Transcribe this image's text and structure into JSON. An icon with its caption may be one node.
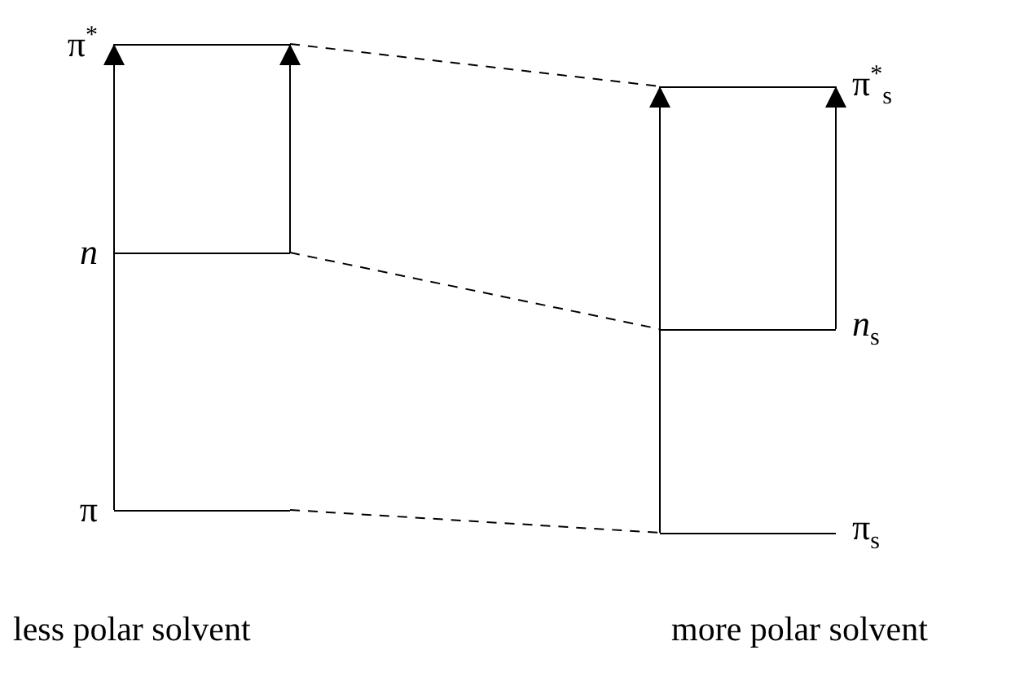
{
  "diagram": {
    "nodes": [
      {
        "text": [
          "π$^{*}$"
        ]
      },
      {
        "text": [
          "n"
        ]
      },
      {
        "text": [
          "π"
        ]
      },
      {
        "text": [
          "π$^{*}$$_{s}$"
        ]
      },
      {
        "text": [
          "*n*$_{s}$"
        ]
      },
      {
        "text": [
          "π$_{s}$"
        ]
      }
    ],
    "edges": [
      {
        "from": 2,
        "to": 0,
        "arrow": "to"
      },
      {
        "from": 1,
        "to": 0,
        "arrow": "to"
      },
      {
        "from": 5,
        "to": 3,
        "arrow": "to"
      },
      {
        "from": 4,
        "to": 3,
        "arrow": "to"
      },
      {
        "from": 0,
        "to": 3,
        "arrow": "none",
        "style": "dashed"
      },
      {
        "from": 1,
        "to": 4,
        "arrow": "none",
        "style": "dashed"
      },
      {
        "from": 2,
        "to": 5,
        "arrow": "none",
        "style": "dashed"
      }
    ],
    "labels": [
      "less polar solvent",
      "more polar solvent"
    ]
  }
}
